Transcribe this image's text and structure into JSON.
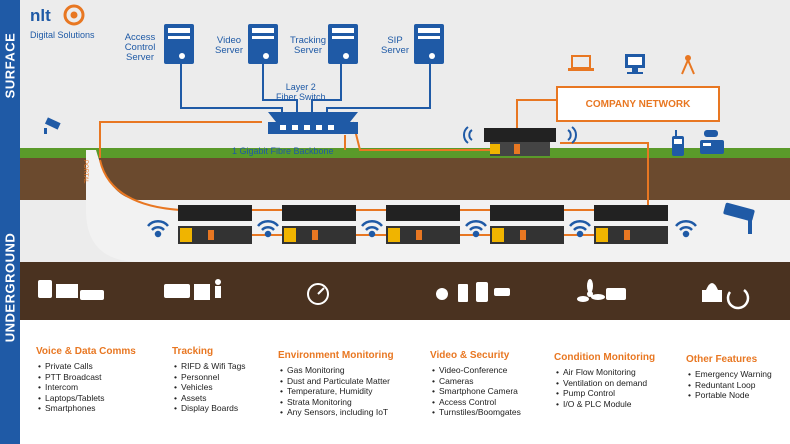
{
  "brand": {
    "name": "nlt",
    "tagline": "Digital Solutions"
  },
  "sections": {
    "surface": "SURFACE",
    "underground": "UNDERGROUND"
  },
  "servers": [
    {
      "label": "Access\nControl\nServer"
    },
    {
      "label": "Video\nServer"
    },
    {
      "label": "Tracking\nServer"
    },
    {
      "label": "SIP\nServer"
    }
  ],
  "switch_label": "Layer 2\nFiber Switch",
  "backbone_label": "1 Gigabit Fibre Backbone",
  "company_network": "COMPANY NETWORK",
  "portal_label": "PORTAL",
  "icons": {
    "surface": [
      "laptop-icon",
      "desktop-computer-icon",
      "radio-tower-icon",
      "security-camera-icon",
      "handheld-radio-icon",
      "desk-phone-icon",
      "wifi-icon"
    ],
    "underground": [
      "voice-devices-icon",
      "tracking-devices-icon",
      "gauge-icon",
      "video-security-icon",
      "fan-icon",
      "beacon-icon"
    ]
  },
  "colors": {
    "accent": "#e87722",
    "brand": "#1f5aa6",
    "fiber": "#e87722",
    "cable": "#1f5aa6",
    "grass": "#5a9a2a",
    "soil": "#4a3220"
  },
  "features": [
    {
      "title": "Voice & Data Comms",
      "items": [
        "Private Calls",
        "PTT Broadcast",
        "Intercom",
        "Laptops/Tablets",
        "Smartphones"
      ]
    },
    {
      "title": "Tracking",
      "items": [
        "RIFD & Wifi Tags",
        "Personnel",
        "Vehicles",
        "Assets",
        "Display Boards"
      ]
    },
    {
      "title": "Environment Monitoring",
      "items": [
        "Gas Monitoring",
        "Dust and Particulate Matter",
        "Temperature, Humidity",
        "Strata Monitoring",
        "Any Sensors, including IoT"
      ]
    },
    {
      "title": "Video & Security",
      "items": [
        "Video-Conference",
        "Cameras",
        "Smartphone Camera",
        "Access Control",
        "Turnstiles/Boomgates"
      ]
    },
    {
      "title": "Condition Monitoring",
      "items": [
        "Air Flow Monitoring",
        "Ventilation on demand",
        "Pump Control",
        "I/O & PLC Module"
      ]
    },
    {
      "title": "Other Features",
      "items": [
        "Emergency Warning",
        "Reduntant Loop",
        "Portable  Node"
      ]
    }
  ]
}
